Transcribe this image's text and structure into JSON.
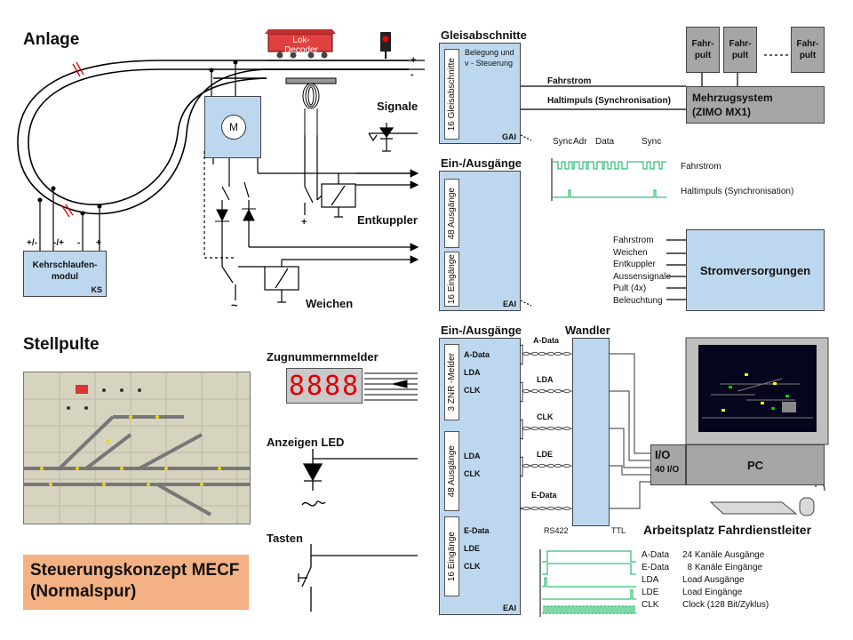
{
  "anlage": {
    "title": "Anlage",
    "lok_decoder": "Lok-Decoder",
    "plus": "+",
    "minus": "-",
    "motor": "M",
    "signale": "Signale",
    "entkuppler": "Entkuppler",
    "weichen": "Weichen",
    "ks_labels": [
      "+/-",
      "-/+",
      "-",
      "+"
    ],
    "ks_box_l1": "Kehrschlaufen-",
    "ks_box_l2": "modul",
    "ks_tag": "KS",
    "tilde": "~",
    "plus2": "+"
  },
  "gleis": {
    "title": "Gleisabschnitte",
    "belegung_l1": "Belegung und",
    "belegung_l2": "v - Steuerung",
    "vert": "16 Gleisabschnitte",
    "tag": "GAI",
    "fahrstrom": "Fahrstrom",
    "haltimpuls": "Haltimpuls (Synchronisation)"
  },
  "mzs": {
    "pult": [
      "Fahr-",
      "pult"
    ],
    "l1": "Mehrzugsystem",
    "l2": "(ZIMO MX1)"
  },
  "timing": {
    "sync1": "Sync",
    "adr": "Adr",
    "data": "Data",
    "sync2": "Sync",
    "fahrstrom": "Fahrstrom",
    "haltimpuls": "Haltimpuls (Synchronisation)"
  },
  "eai_top": {
    "title": "Ein-/Ausgänge",
    "vert1": "48 Ausgänge",
    "vert2": "16 Eingänge",
    "tag": "EAI"
  },
  "strom": {
    "items": [
      "Fahrstrom",
      "Weichen",
      "Entkuppler",
      "Aussensignale",
      "Pult (4x)",
      "Beleuchtung"
    ],
    "box": "Stromversorgungen"
  },
  "stellpulte": {
    "title": "Stellpulte",
    "zugnummer": "Zugnummernmelder",
    "digits": "8888",
    "anzeigen": "Anzeigen LED",
    "tasten": "Tasten"
  },
  "concept": {
    "l1": "Steuerungskonzept MECF",
    "l2": "(Normalspur)"
  },
  "eai_bottom": {
    "title": "Ein-/Ausgänge",
    "wandler": "Wandler",
    "vert1": "3 ZNR -Melder",
    "vert2": "48 Ausgänge",
    "vert3": "16 Eingänge",
    "lines_a": [
      "A-Data",
      "LDA",
      "CLK"
    ],
    "lines_b": [
      "LDA",
      "CLK"
    ],
    "lines_c": [
      "E-Data",
      "LDE",
      "CLK"
    ],
    "tag": "EAI",
    "sig": [
      "A-Data",
      "LDA",
      "CLK",
      "LDE",
      "E-Data"
    ],
    "rs422": "RS422",
    "ttl": "TTL"
  },
  "pc": {
    "io": "I/O",
    "io40": "40 I/O",
    "pc": "PC",
    "arbeitsplatz": "Arbeitsplatz Fahrdienstleiter"
  },
  "legend": [
    {
      "sig": "A-Data",
      "desc": "24 Kanäle Ausgänge"
    },
    {
      "sig": "E-Data",
      "desc": "  8 Kanäle Eingänge"
    },
    {
      "sig": "LDA",
      "desc": "Load Ausgänge"
    },
    {
      "sig": "LDE",
      "desc": "Load Eingänge"
    },
    {
      "sig": "CLK",
      "desc": "Clock (128 Bit/Zyklus)"
    }
  ],
  "colors": {
    "box_blue": "#bdd7ee",
    "concept_orange": "#f4b183",
    "signal_green": "#00b050",
    "track_black": "#000000"
  }
}
